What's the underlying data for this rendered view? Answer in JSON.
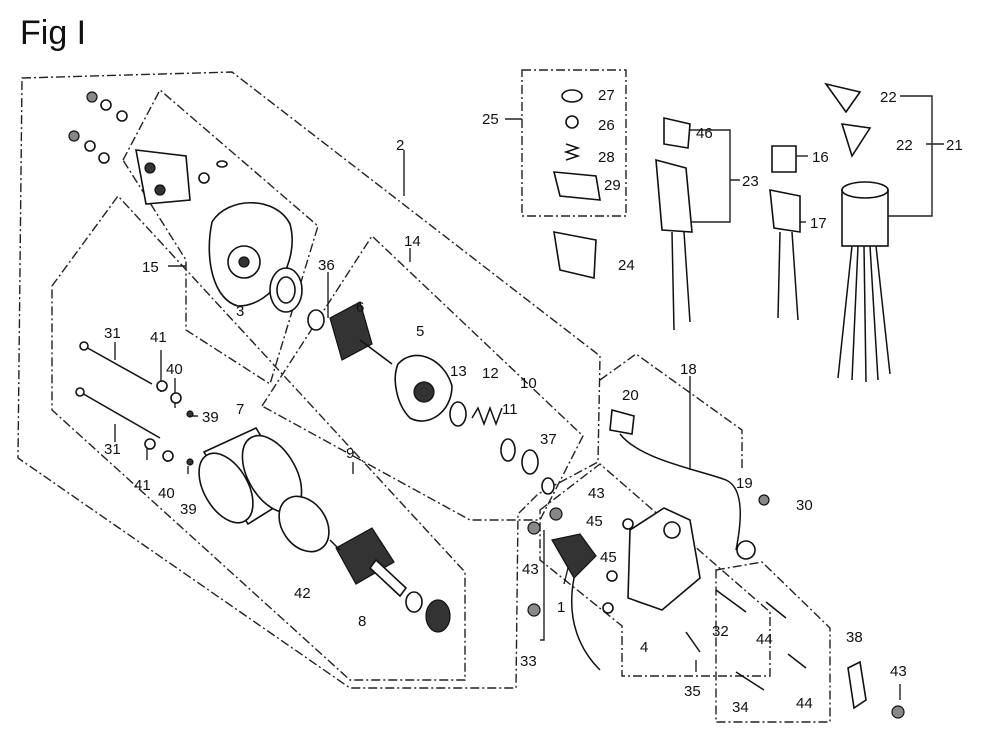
{
  "figure": {
    "title": "Fig I"
  },
  "callouts": [
    {
      "id": "c1",
      "label": "1"
    },
    {
      "id": "c2",
      "label": "2"
    },
    {
      "id": "c3",
      "label": "3"
    },
    {
      "id": "c4",
      "label": "4"
    },
    {
      "id": "c5",
      "label": "5"
    },
    {
      "id": "c6",
      "label": "6"
    },
    {
      "id": "c7",
      "label": "7"
    },
    {
      "id": "c8",
      "label": "8"
    },
    {
      "id": "c9",
      "label": "9"
    },
    {
      "id": "c10",
      "label": "10"
    },
    {
      "id": "c11",
      "label": "11"
    },
    {
      "id": "c12",
      "label": "12"
    },
    {
      "id": "c13",
      "label": "13"
    },
    {
      "id": "c14",
      "label": "14"
    },
    {
      "id": "c15",
      "label": "15"
    },
    {
      "id": "c16",
      "label": "16"
    },
    {
      "id": "c17",
      "label": "17"
    },
    {
      "id": "c18",
      "label": "18"
    },
    {
      "id": "c19",
      "label": "19"
    },
    {
      "id": "c20",
      "label": "20"
    },
    {
      "id": "c21",
      "label": "21"
    },
    {
      "id": "c22a",
      "label": "22"
    },
    {
      "id": "c22b",
      "label": "22"
    },
    {
      "id": "c23",
      "label": "23"
    },
    {
      "id": "c24",
      "label": "24"
    },
    {
      "id": "c25",
      "label": "25"
    },
    {
      "id": "c26",
      "label": "26"
    },
    {
      "id": "c27",
      "label": "27"
    },
    {
      "id": "c28",
      "label": "28"
    },
    {
      "id": "c29",
      "label": "29"
    },
    {
      "id": "c30",
      "label": "30"
    },
    {
      "id": "c31a",
      "label": "31"
    },
    {
      "id": "c31b",
      "label": "31"
    },
    {
      "id": "c32",
      "label": "32"
    },
    {
      "id": "c33",
      "label": "33"
    },
    {
      "id": "c34",
      "label": "34"
    },
    {
      "id": "c35",
      "label": "35"
    },
    {
      "id": "c36",
      "label": "36"
    },
    {
      "id": "c37",
      "label": "37"
    },
    {
      "id": "c38",
      "label": "38"
    },
    {
      "id": "c39a",
      "label": "39"
    },
    {
      "id": "c39b",
      "label": "39"
    },
    {
      "id": "c40a",
      "label": "40"
    },
    {
      "id": "c40b",
      "label": "40"
    },
    {
      "id": "c41a",
      "label": "41"
    },
    {
      "id": "c41b",
      "label": "41"
    },
    {
      "id": "c42",
      "label": "42"
    },
    {
      "id": "c43a",
      "label": "43"
    },
    {
      "id": "c43b",
      "label": "43"
    },
    {
      "id": "c43c",
      "label": "43"
    },
    {
      "id": "c44a",
      "label": "44"
    },
    {
      "id": "c44b",
      "label": "44"
    },
    {
      "id": "c45a",
      "label": "45"
    },
    {
      "id": "c45b",
      "label": "45"
    },
    {
      "id": "c46",
      "label": "46"
    }
  ]
}
